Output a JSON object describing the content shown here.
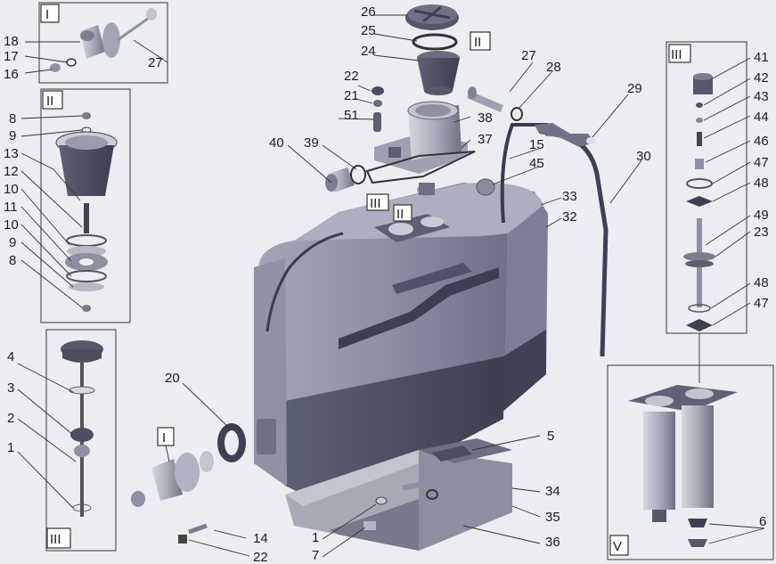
{
  "frames": {
    "I": "I",
    "II": "II",
    "III": "III",
    "V": "V"
  },
  "tags": {
    "on_tank_III": "III",
    "on_tank_II": "II",
    "on_filler_II": "II",
    "on_valve_I": "I"
  },
  "callouts": {
    "c26": "26",
    "c25": "25",
    "c24": "24",
    "c22a": "22",
    "c21": "21",
    "c51": "51",
    "c40": "40",
    "c39": "39",
    "c27a": "27",
    "c28": "28",
    "c38": "38",
    "c37": "37",
    "c15": "15",
    "c45": "45",
    "c29": "29",
    "c30": "30",
    "c33": "33",
    "c32": "32",
    "c18": "18",
    "c17": "17",
    "c16": "16",
    "c27b": "27",
    "c8a": "8",
    "c9a": "9",
    "c13": "13",
    "c12": "12",
    "c10a": "10",
    "c11": "11",
    "c10b": "10",
    "c9b": "9",
    "c8b": "8",
    "c4": "4",
    "c3": "3",
    "c2": "2",
    "c1a": "1",
    "c20": "20",
    "c14": "14",
    "c22b": "22",
    "c1b": "1",
    "c7": "7",
    "c5": "5",
    "c34": "34",
    "c35": "35",
    "c36": "36",
    "c41": "41",
    "c42": "42",
    "c43": "43",
    "c44": "44",
    "c46": "46",
    "c47a": "47",
    "c48a": "48",
    "c49": "49",
    "c23": "23",
    "c48b": "48",
    "c47b": "47",
    "c6": "6"
  },
  "colors": {
    "tank_body": "#9a9cb0",
    "tank_dark": "#4b4d62",
    "metal": "#b9bcc7",
    "part_dark": "#5c5f70",
    "background": "#ecedf0"
  }
}
